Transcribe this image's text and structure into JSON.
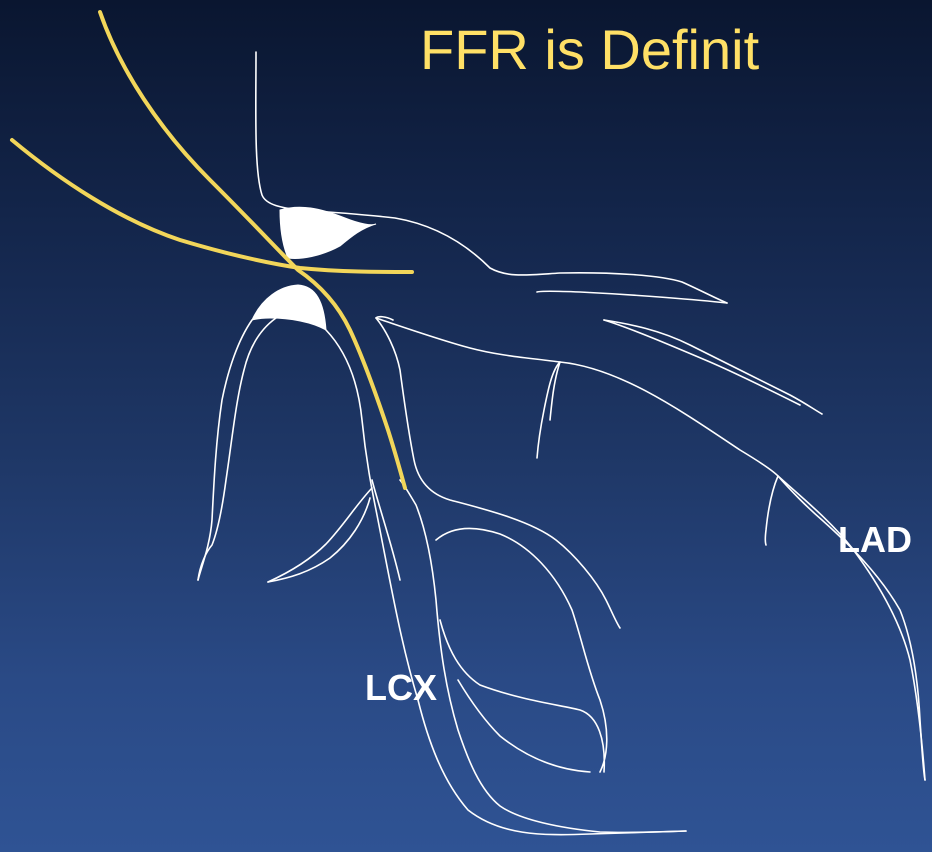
{
  "slide": {
    "title": "FFR is Definit",
    "labels": {
      "lad": "LAD",
      "lcx": "LCX"
    }
  },
  "colors": {
    "background_top": "#0a1630",
    "background_bottom": "#2f5394",
    "title": "#ffe066",
    "guidewire": "#f2d65a",
    "vessel_outline": "#ffffff"
  }
}
